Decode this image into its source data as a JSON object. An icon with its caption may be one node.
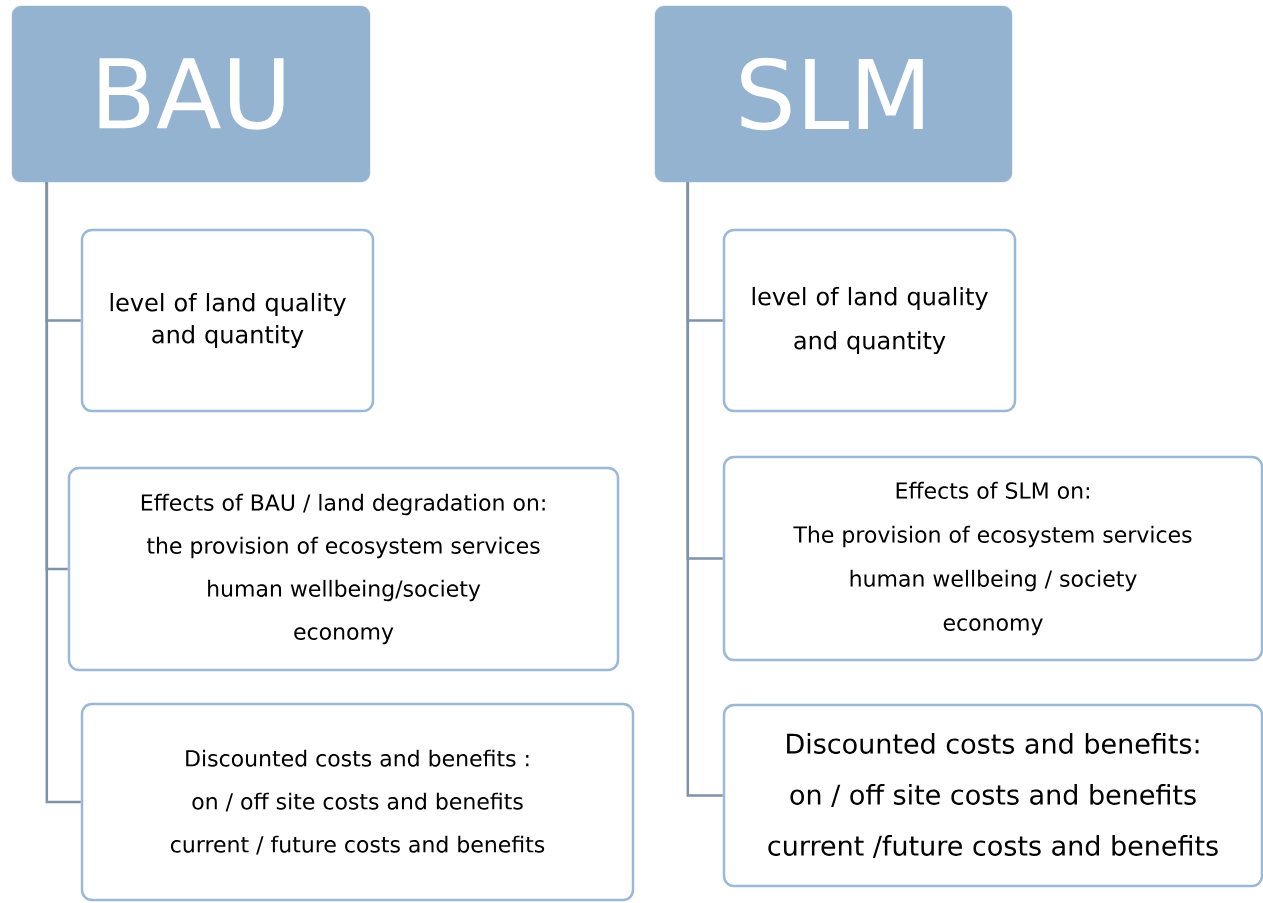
{
  "diagram": {
    "nodes": [
      {
        "text": [
          "BAU"
        ]
      },
      {
        "text": [
          "level of land quality and quantity"
        ]
      },
      {
        "text": [
          "Effects of BAU / land degradation on:",
          "the provision of ecosystem services",
          "human wellbeing/society",
          "economy"
        ]
      },
      {
        "text": [
          "Discounted costs and benefits :",
          "on / off site costs and benefits",
          "current / future costs and benefits"
        ]
      },
      {
        "text": [
          "SLM"
        ]
      },
      {
        "text": [
          "level of land quality and quantity"
        ]
      },
      {
        "text": [
          "Effects of SLM on:",
          "The provision of ecosystem services",
          "human wellbeing / society",
          "economy"
        ]
      },
      {
        "text": [
          "Discounted costs and benefits:",
          "on / off site costs and benefits",
          "current /future costs and benefits"
        ]
      }
    ],
    "edges": [
      {
        "from": 0,
        "to": 1,
        "arrow": "none"
      },
      {
        "from": 0,
        "to": 2,
        "arrow": "none"
      },
      {
        "from": 0,
        "to": 3,
        "arrow": "none"
      },
      {
        "from": 4,
        "to": 5,
        "arrow": "none"
      },
      {
        "from": 4,
        "to": 6,
        "arrow": "none"
      },
      {
        "from": 4,
        "to": 7,
        "arrow": "none"
      }
    ]
  }
}
